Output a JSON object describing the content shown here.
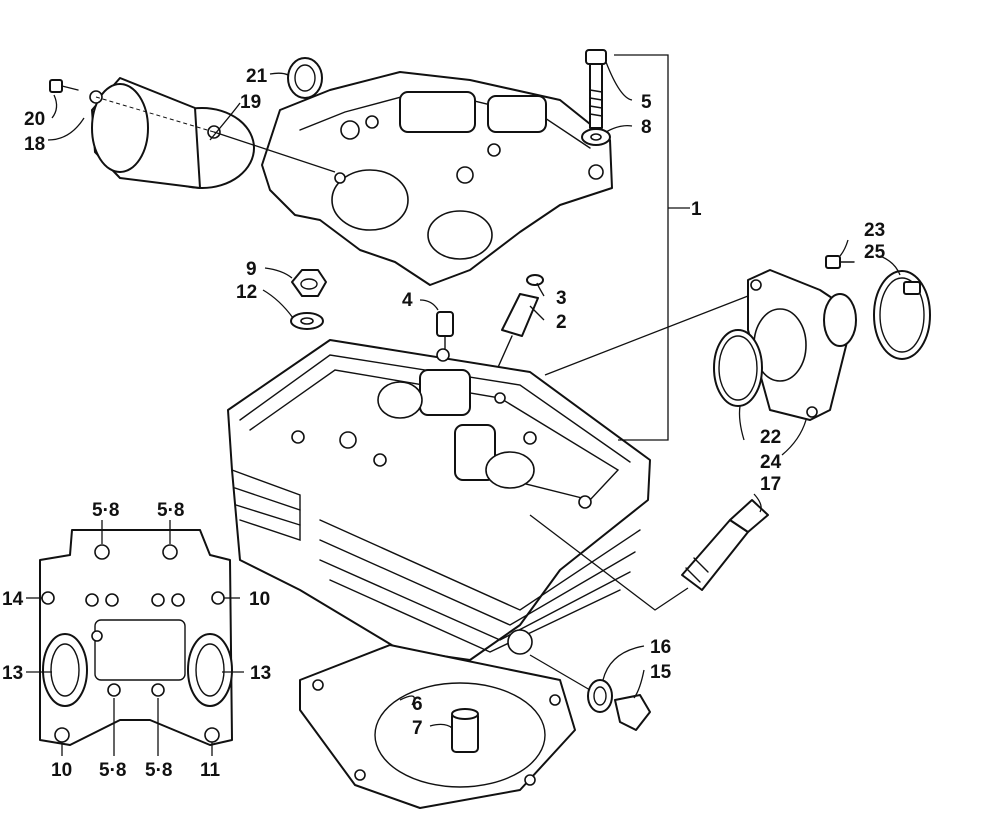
{
  "diagram": {
    "callouts": {
      "c1": "1",
      "c2": "2",
      "c3": "3",
      "c4": "4",
      "c5": "5",
      "c6": "6",
      "c7": "7",
      "c8": "8",
      "c9": "9",
      "c12": "12",
      "c15": "15",
      "c16": "16",
      "c17": "17",
      "c18": "18",
      "c19": "19",
      "c20": "20",
      "c21": "21",
      "c22": "22",
      "c23": "23",
      "c24": "24",
      "c25": "25"
    },
    "inset": {
      "tl": "5·8",
      "tr": "5·8",
      "left14": "14",
      "right10": "10",
      "left13": "13",
      "right13": "13",
      "b10": "10",
      "b58a": "5·8",
      "b58b": "5·8",
      "b11": "11"
    }
  }
}
